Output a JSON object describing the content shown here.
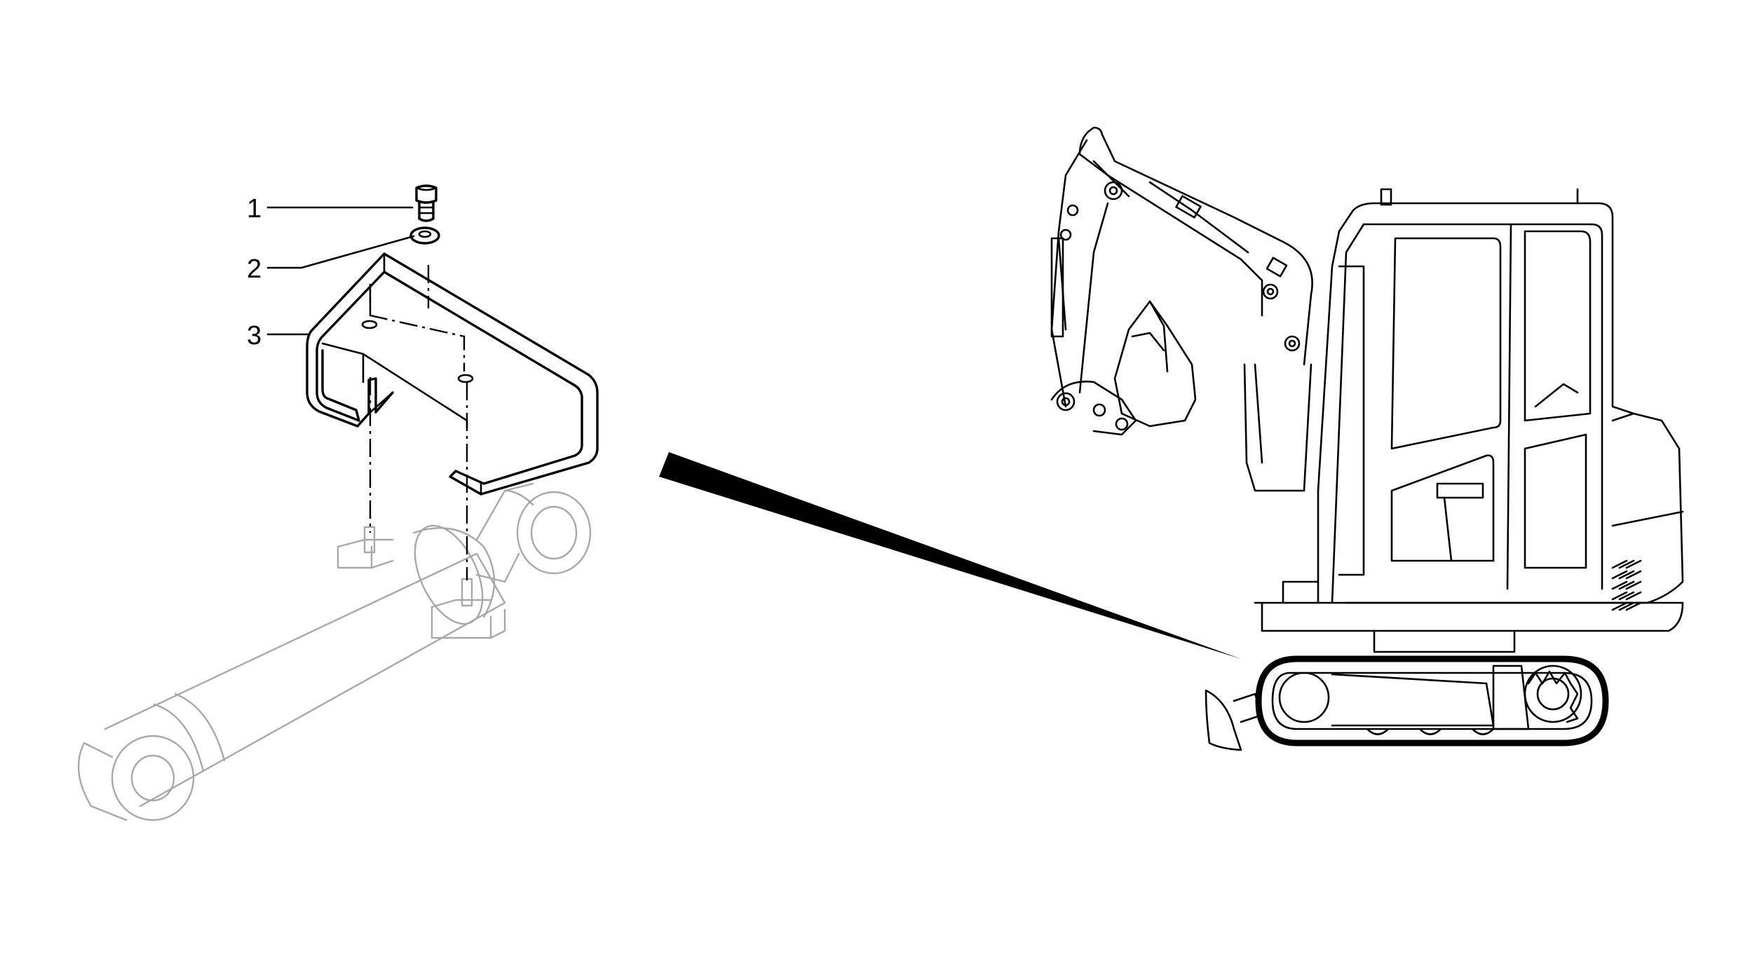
{
  "callouts": [
    {
      "number": "1",
      "part_icon": "bolt-icon"
    },
    {
      "number": "2",
      "part_icon": "washer-icon"
    },
    {
      "number": "3",
      "part_icon": "guard-icon"
    }
  ],
  "colors": {
    "line": "#000000",
    "context_line": "#a8a8a8",
    "background": "#ffffff"
  }
}
